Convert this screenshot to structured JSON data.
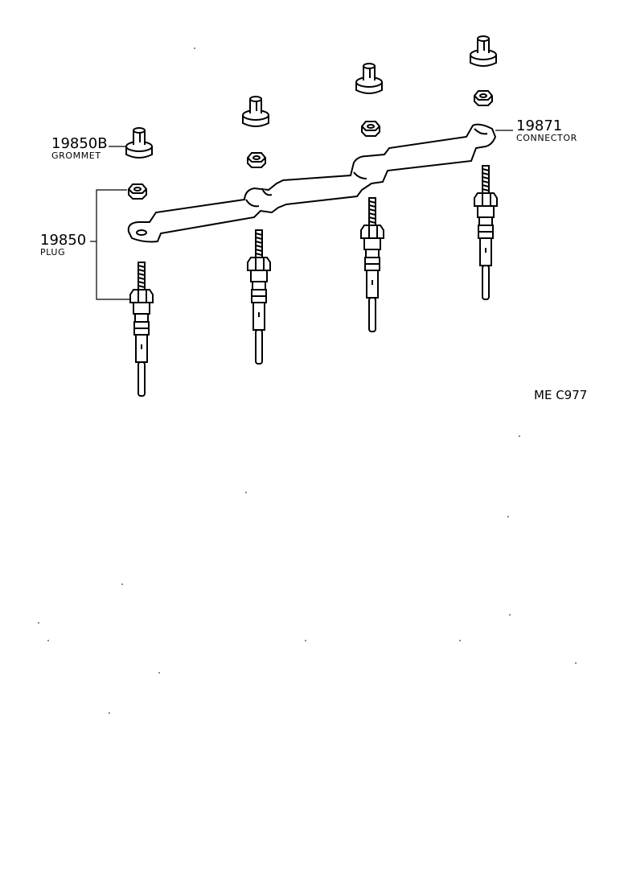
{
  "labels": {
    "grommet": {
      "number": "19850B",
      "name": "GROMMET"
    },
    "plug": {
      "number": "19850",
      "name": "PLUG"
    },
    "connector": {
      "number": "19871",
      "name": "CONNECTOR"
    }
  },
  "diagram_code": "ME C977",
  "colors": {
    "ink": "#000000",
    "paper": "#ffffff"
  }
}
